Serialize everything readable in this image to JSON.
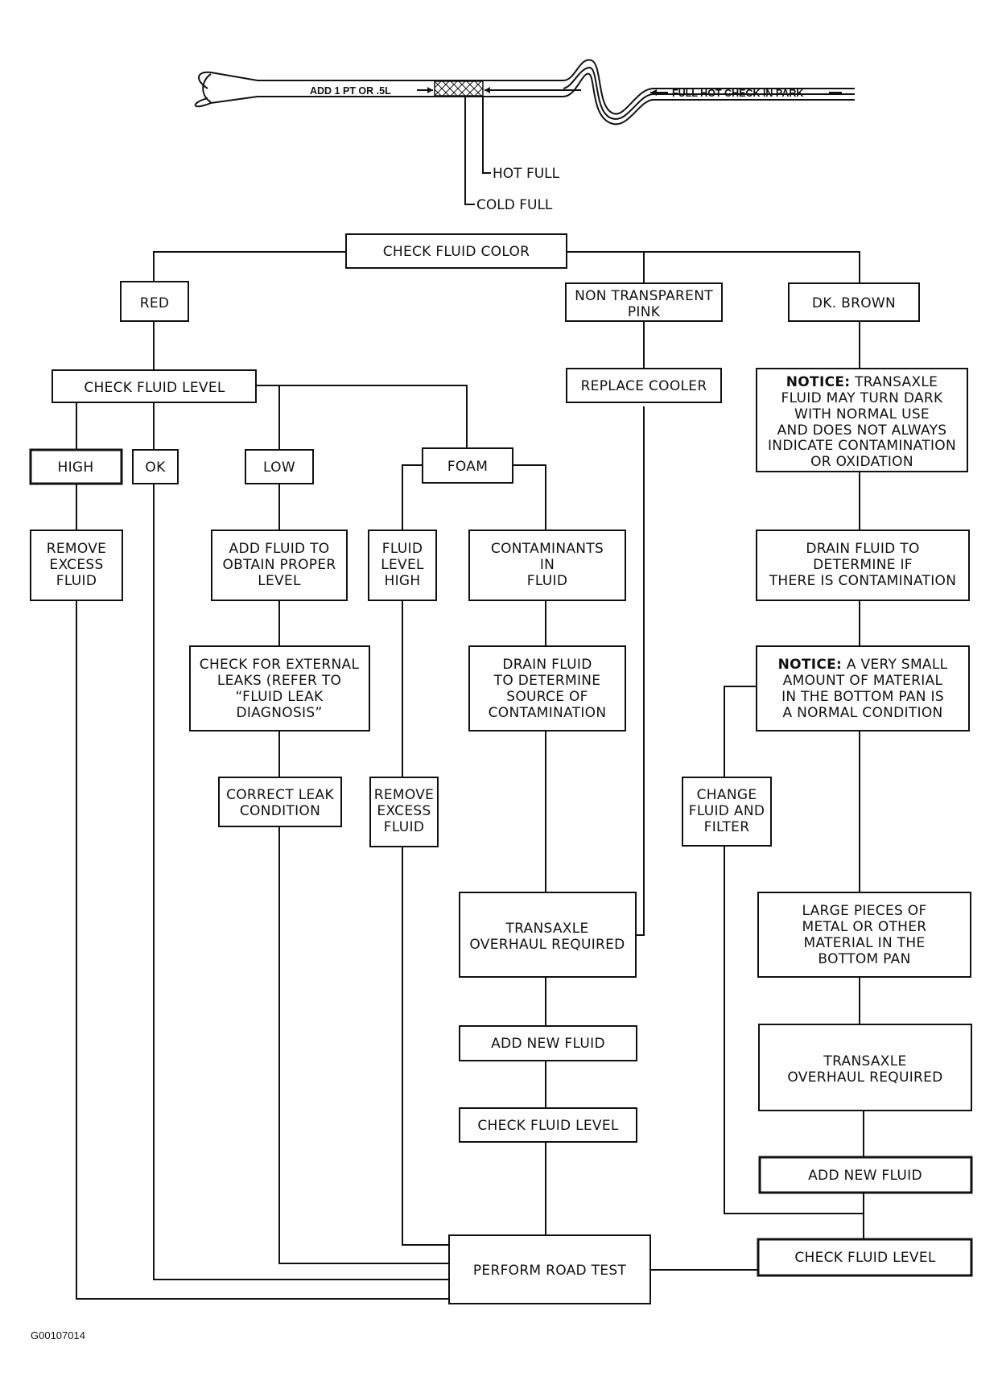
{
  "dipstick": {
    "add_label": "ADD 1 PT OR .5L",
    "full_hot_label": "FULL HOT CHECK IN PARK",
    "hot_full_label": "HOT FULL",
    "cold_full_label": "COLD FULL"
  },
  "nodes": {
    "check_color": [
      "CHECK FLUID COLOR"
    ],
    "red": [
      "RED"
    ],
    "pink": [
      "NON TRANSPARENT",
      "PINK"
    ],
    "brown": [
      "DK. BROWN"
    ],
    "check_level": [
      "CHECK FLUID LEVEL"
    ],
    "replace_cooler": [
      "REPLACE COOLER"
    ],
    "notice_dark": {
      "bold": "NOTICE:",
      "first": " TRANSAXLE",
      "lines": [
        "FLUID MAY TURN DARK",
        "WITH NORMAL USE",
        "AND DOES NOT ALWAYS",
        "INDICATE CONTAMINATION",
        "OR OXIDATION"
      ]
    },
    "high": [
      "HIGH"
    ],
    "ok": [
      "OK"
    ],
    "low": [
      "LOW"
    ],
    "foam": [
      "FOAM"
    ],
    "remove_excess_1": [
      "REMOVE",
      "EXCESS",
      "FLUID"
    ],
    "add_fluid_proper": [
      "ADD FLUID TO",
      "OBTAIN PROPER",
      "LEVEL"
    ],
    "fluid_level_high": [
      "FLUID",
      "LEVEL",
      "HIGH"
    ],
    "contaminants": [
      "CONTAMINANTS",
      "IN",
      "FLUID"
    ],
    "drain_if": [
      "DRAIN FLUID TO",
      "DETERMINE IF",
      "THERE IS CONTAMINATION"
    ],
    "check_leaks": [
      "CHECK FOR EXTERNAL",
      "LEAKS (REFER TO",
      "“FLUID LEAK",
      "DIAGNOSIS”"
    ],
    "drain_source": [
      "DRAIN FLUID",
      "TO DETERMINE",
      "SOURCE OF",
      "CONTAMINATION"
    ],
    "notice_small": {
      "bold": "NOTICE:",
      "first": " A VERY SMALL",
      "lines": [
        "AMOUNT OF MATERIAL",
        "IN THE BOTTOM PAN IS",
        "A NORMAL CONDITION"
      ]
    },
    "correct_leak": [
      "CORRECT LEAK",
      "CONDITION"
    ],
    "remove_excess_2": [
      "REMOVE",
      "EXCESS",
      "FLUID"
    ],
    "change_fluid": [
      "CHANGE",
      "FLUID AND",
      "FILTER"
    ],
    "overhaul_1": [
      "TRANSAXLE",
      "OVERHAUL REQUIRED"
    ],
    "large_pieces": [
      "LARGE PIECES OF",
      "METAL OR OTHER",
      "MATERIAL IN THE",
      "BOTTOM PAN"
    ],
    "add_new_1": [
      "ADD NEW FLUID"
    ],
    "overhaul_2": [
      "TRANSAXLE",
      "OVERHAUL REQUIRED"
    ],
    "check_level_2": [
      "CHECK FLUID LEVEL"
    ],
    "add_new_2": [
      "ADD NEW FLUID"
    ],
    "road_test": [
      "PERFORM ROAD TEST"
    ],
    "check_level_3": [
      "CHECK FLUID LEVEL"
    ]
  },
  "figure_id": "G00107014"
}
